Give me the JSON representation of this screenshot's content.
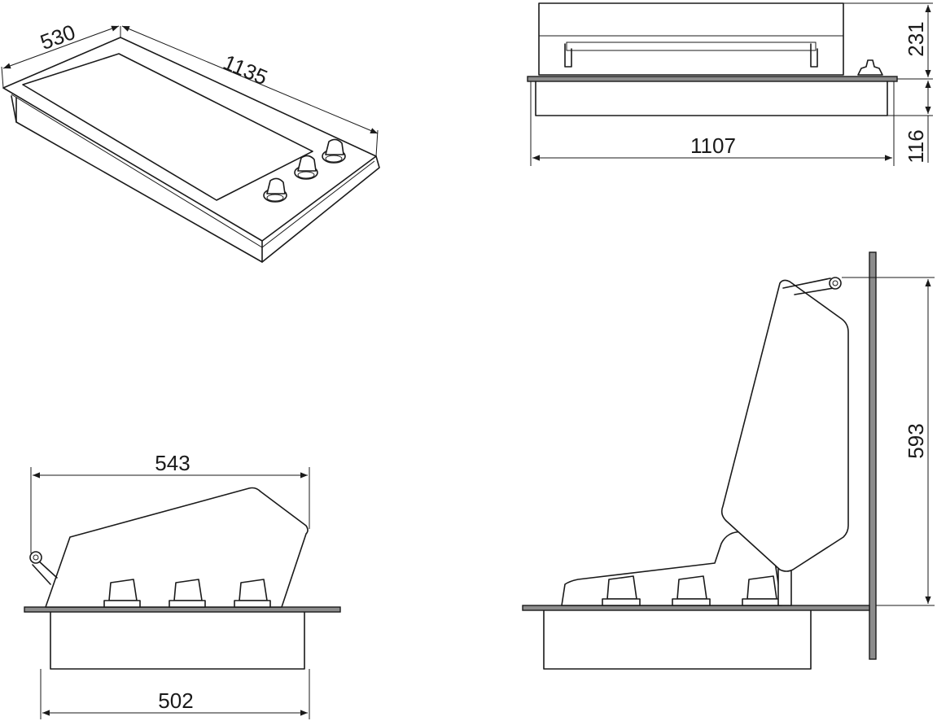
{
  "dimensions": {
    "iso_width": "530",
    "iso_length": "1135",
    "top_width": "1107",
    "lid_height": "231",
    "body_height": "116",
    "side_open_depth": "543",
    "side_body_depth": "502",
    "open_height": "593"
  },
  "colors": {
    "line": "#1a1a1a",
    "plate": "#8c8c8c",
    "background": "#ffffff"
  }
}
